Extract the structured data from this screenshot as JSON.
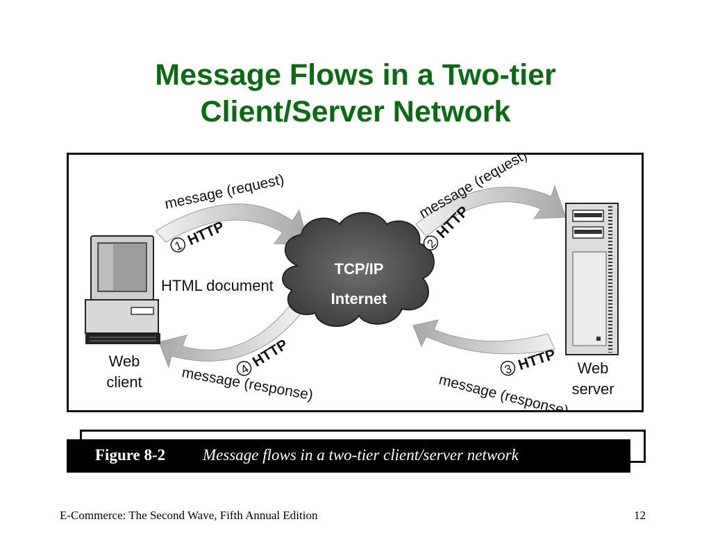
{
  "slide": {
    "title_line1": "Message Flows in a Two-tier",
    "title_line2": "Client/Server Network",
    "footer_left": "E-Commerce: The Second Wave, Fifth Annual Edition",
    "page_number": "12"
  },
  "diagram": {
    "cloud_line1": "TCP/IP",
    "cloud_line2": "Internet",
    "client_label_line1": "Web",
    "client_label_line2": "client",
    "server_label_line1": "Web",
    "server_label_line2": "server",
    "html_document": "HTML document",
    "flow1_step": "1",
    "flow1_protocol": "HTTP",
    "flow1_message": "message (request)",
    "flow2_step": "2",
    "flow2_protocol": "HTTP",
    "flow2_message": "message (request)",
    "flow3_step": "3",
    "flow3_protocol": "HTTP",
    "flow3_message": "message (response)",
    "flow4_step": "4",
    "flow4_protocol": "HTTP",
    "flow4_message": "message (response)",
    "arrow_color": "#cfcfcf",
    "icons": [
      "web-client-computer-icon",
      "web-server-tower-icon",
      "internet-cloud-icon"
    ]
  },
  "caption": {
    "figure_label": "Figure 8-2",
    "text": "Message flows in a two-tier client/server network"
  },
  "colors": {
    "title": "#0a6b12",
    "caption_bar": "#000000"
  }
}
